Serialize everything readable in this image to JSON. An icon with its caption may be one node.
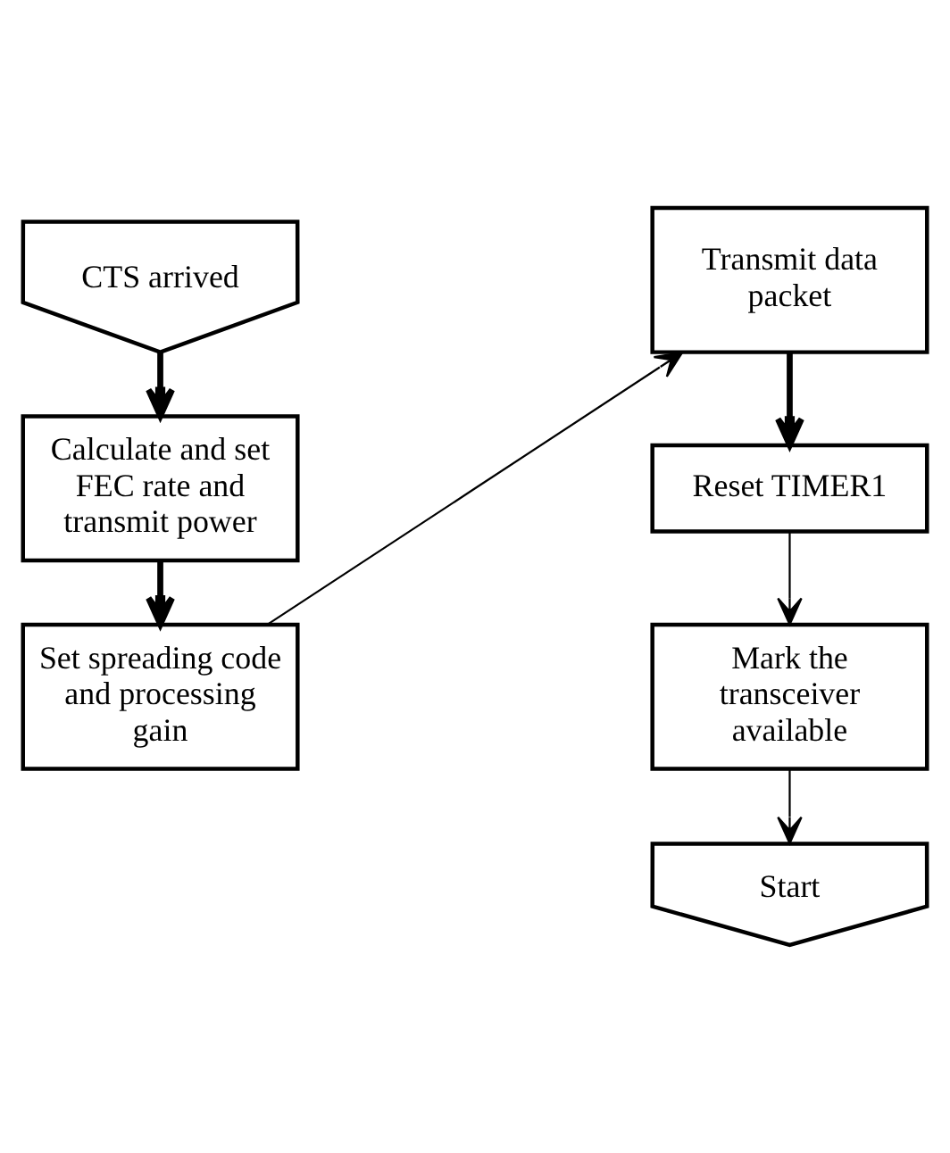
{
  "diagram": {
    "nodes": [
      {
        "text": [
          "CTS arrived"
        ]
      },
      {
        "text": [
          "Calculate and set FEC rate and transmit power"
        ]
      },
      {
        "text": [
          "Set spreading code and processing gain"
        ]
      },
      {
        "text": [
          "Transmit data packet"
        ]
      },
      {
        "text": [
          "Reset TIMER1"
        ]
      },
      {
        "text": [
          "Mark the transceiver available"
        ]
      },
      {
        "text": [
          "Start"
        ]
      }
    ],
    "edges": [
      {
        "from": 0,
        "to": 1,
        "arrow": "to",
        "style": "thick"
      },
      {
        "from": 1,
        "to": 2,
        "arrow": "to",
        "style": "thick"
      },
      {
        "from": 2,
        "to": 3,
        "arrow": "to"
      },
      {
        "from": 3,
        "to": 4,
        "arrow": "to",
        "style": "thick"
      },
      {
        "from": 4,
        "to": 5,
        "arrow": "to"
      },
      {
        "from": 5,
        "to": 6,
        "arrow": "to"
      }
    ]
  }
}
